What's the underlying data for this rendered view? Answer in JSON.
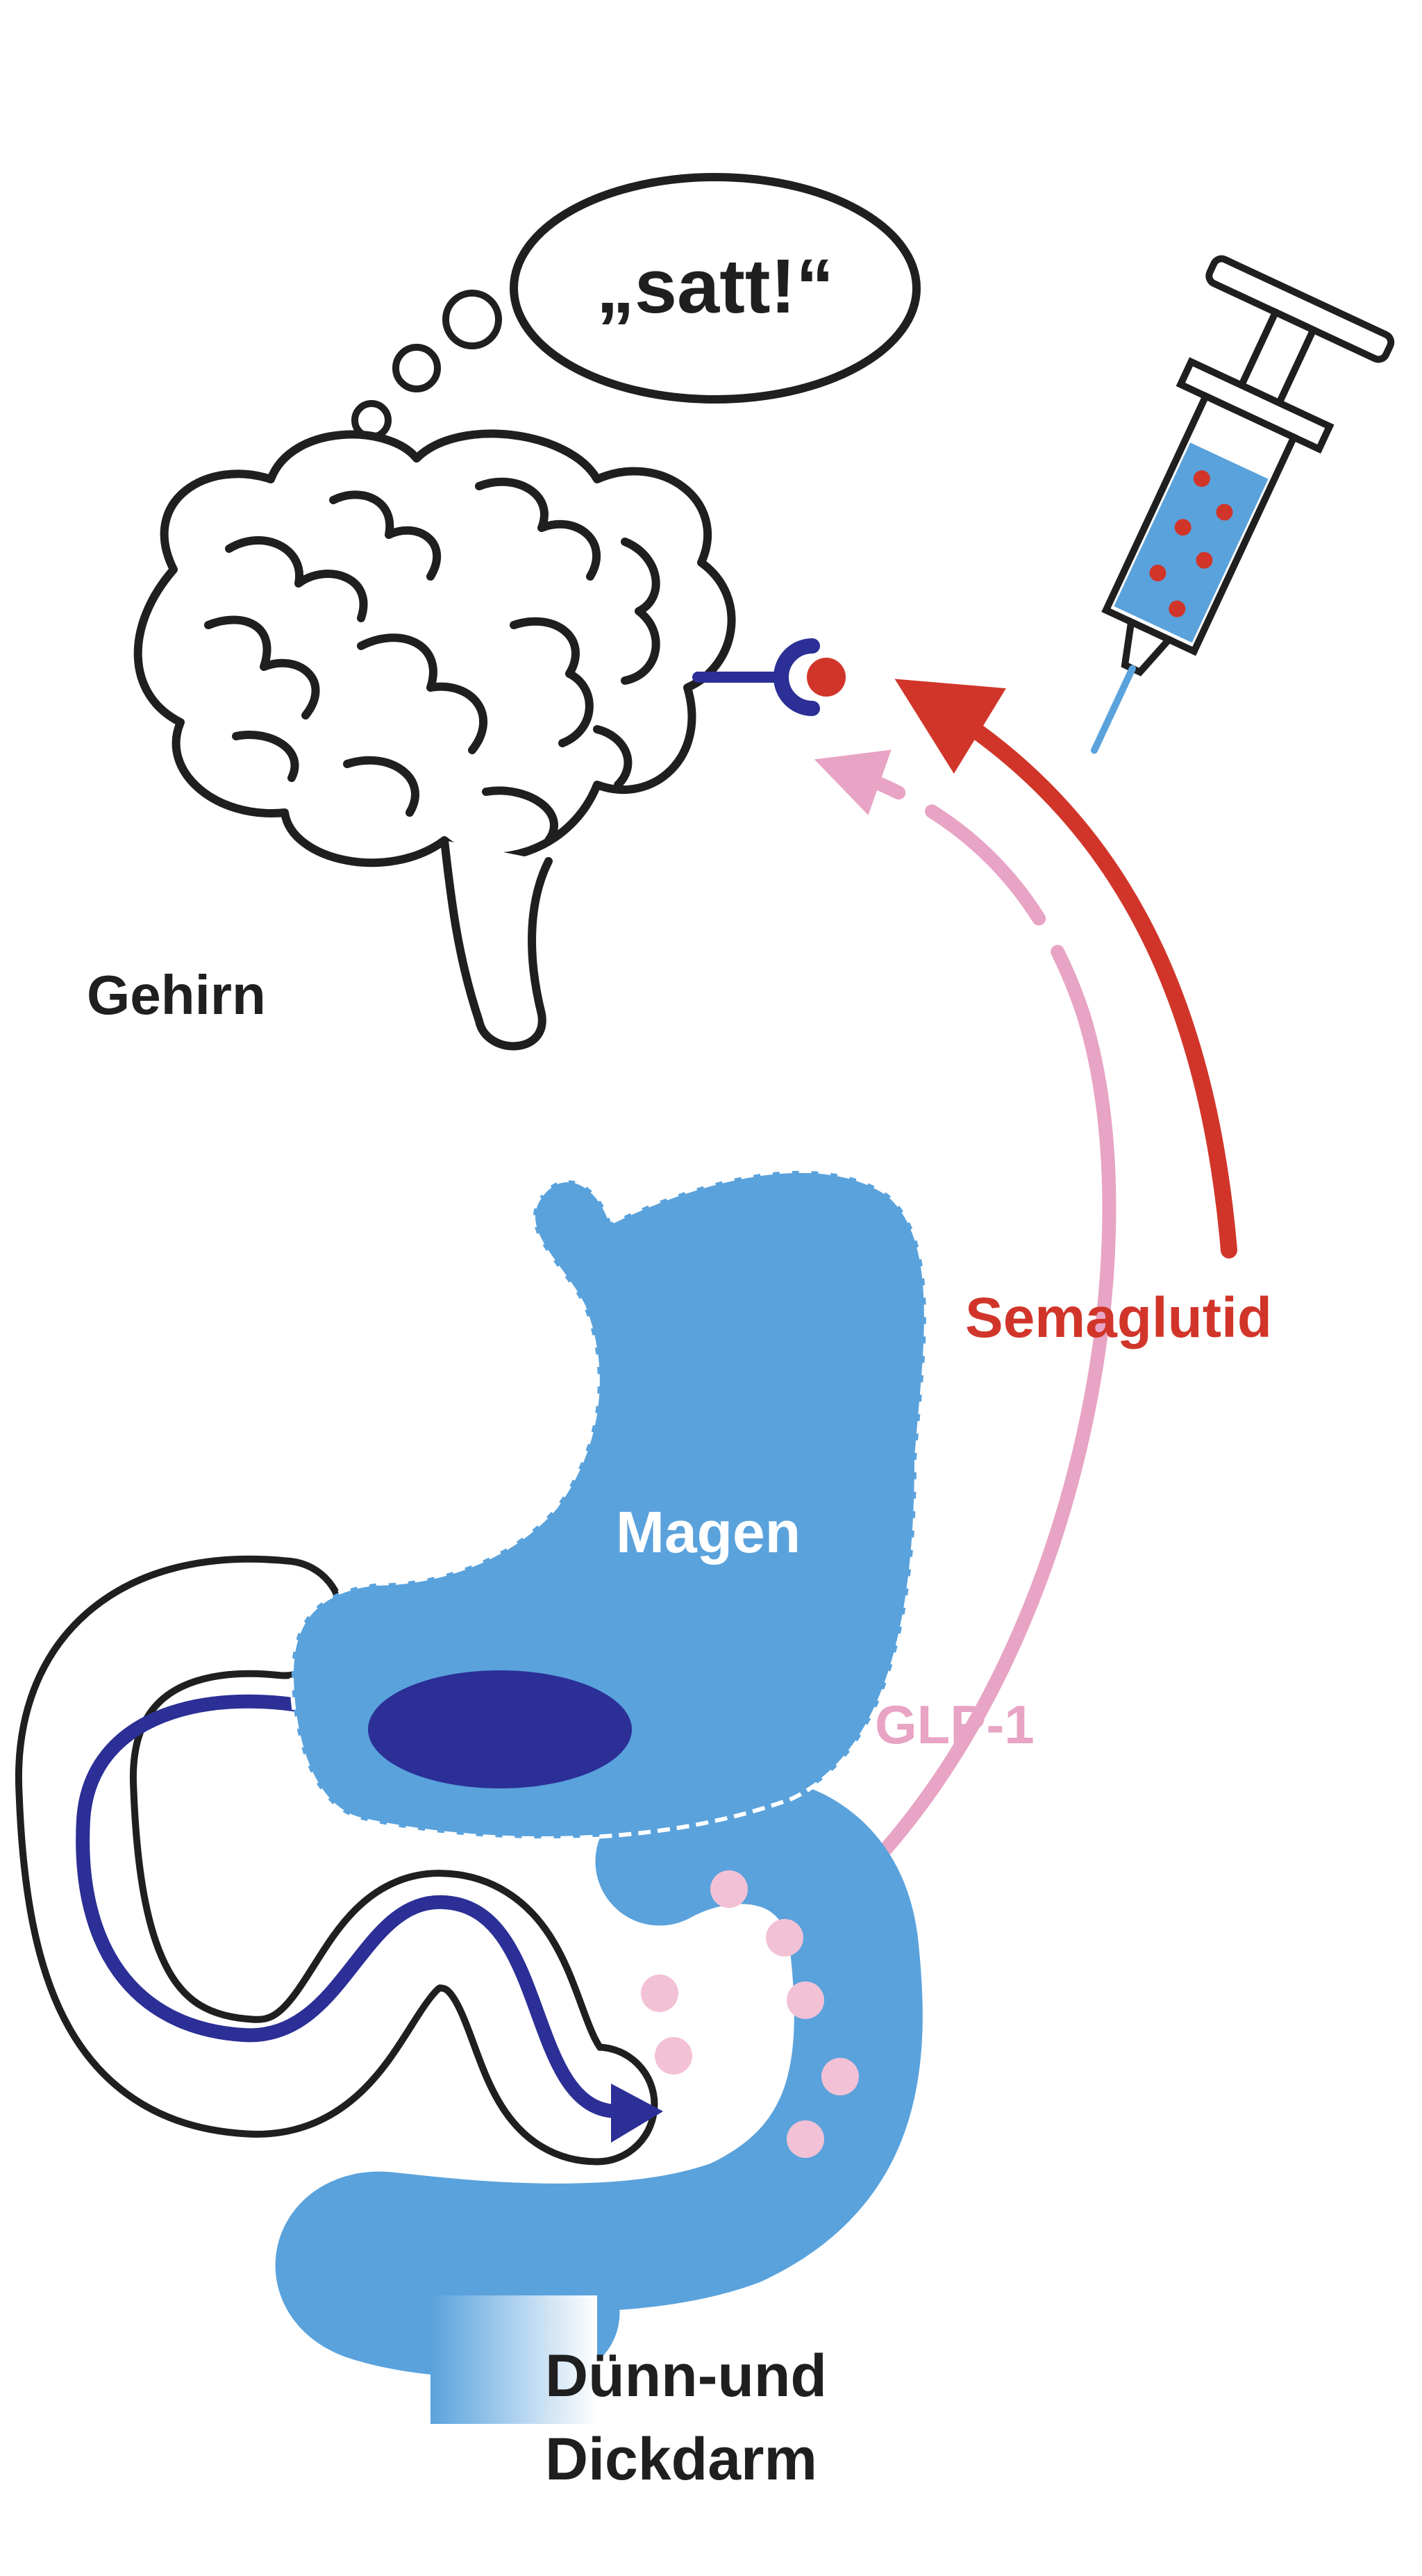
{
  "diagram": {
    "thought_text": "„satt!“",
    "labels": {
      "brain": "Gehirn",
      "stomach": "Magen",
      "drug": "Semaglutid",
      "hormone": "GLP-1",
      "intestine_line1": "Dünn-und",
      "intestine_line2": "Dickdarm"
    },
    "colors": {
      "stomach_blue": "#5aa2dc",
      "dark_blue": "#2b2f96",
      "drug_red": "#d1352a",
      "hormone_pink": "#e8a4c4",
      "dots_pink": "#f3c1d6",
      "outline": "#1f1f1f"
    }
  }
}
